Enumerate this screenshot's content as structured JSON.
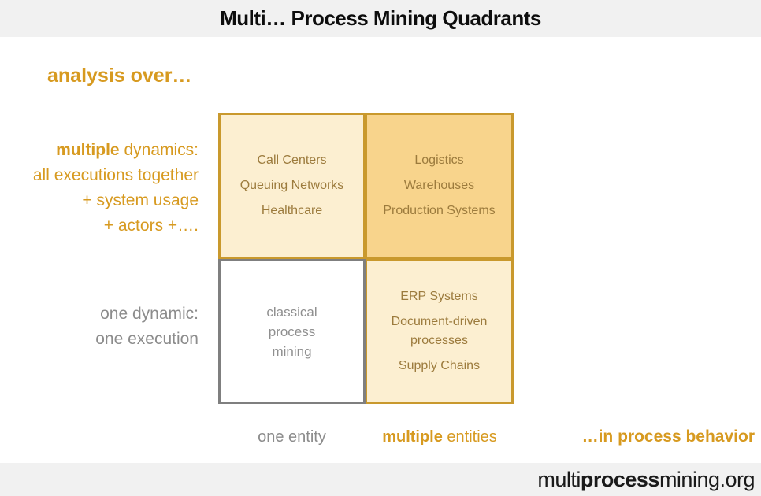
{
  "header": {
    "title": "Multi… Process Mining Quadrants"
  },
  "axis": {
    "y_title": "analysis over…",
    "y_high": {
      "bold": "multiple",
      "rest": " dynamics:",
      "lines": [
        "all executions together",
        "+ system usage",
        "+ actors +…."
      ]
    },
    "y_low": {
      "lines": [
        "one dynamic:",
        "one execution"
      ]
    },
    "x_low": "one entity",
    "x_high": {
      "bold": "multiple",
      "rest": " entities"
    },
    "x_title": "…in process behavior"
  },
  "quadrants": {
    "top_left": {
      "items": [
        "Call Centers",
        "Queuing Networks",
        "Healthcare"
      ]
    },
    "top_right": {
      "items": [
        "Logistics",
        "Warehouses",
        "Production Systems"
      ]
    },
    "bottom_left": {
      "lines": [
        "classical",
        "process",
        "mining"
      ]
    },
    "bottom_right": {
      "items": [
        "ERP Systems",
        "Document-driven processes",
        "Supply Chains"
      ]
    }
  },
  "footer": {
    "pre": "multi",
    "bold": "process",
    "post": "mining.org"
  },
  "colors": {
    "accent_orange": "#d79a20",
    "quadrant_text": "#9c7b3d",
    "gold_border": "#c9992d",
    "gray_border": "#7f7f7f",
    "cream_fill": "#fcefd1",
    "tan_fill": "#f8d48c",
    "band_gray": "#f1f1f1",
    "muted_gray": "#8c8c8c"
  }
}
